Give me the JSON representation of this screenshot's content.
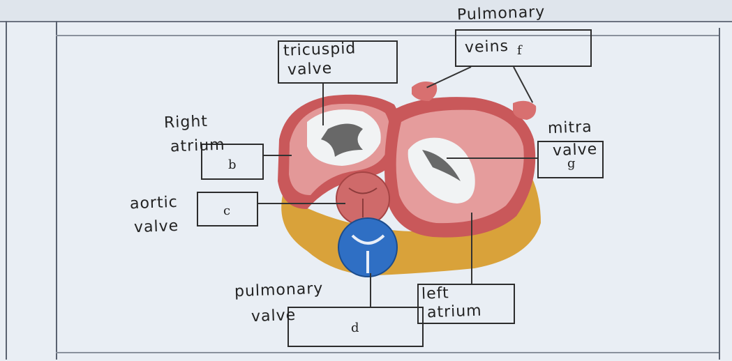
{
  "handwritten": {
    "pulmonary_veins_line1": "Pulmonary",
    "pulmonary_veins_line2": "veins",
    "tricuspid_line1": "tricuspid",
    "tricuspid_line2": "valve",
    "right_atrium_line1": "Right",
    "right_atrium_line2": "atrium",
    "mitral_line1": "mitra",
    "mitral_line2": "valve",
    "aortic_line1": "aortic",
    "aortic_line2": "valve",
    "pulmonary_valve_line1": "pulmonary",
    "pulmonary_valve_line2": "valve",
    "left_atrium_line1": "left",
    "left_atrium_line2": "atrium"
  },
  "box_letters": {
    "b": "b",
    "c": "c",
    "d": "d",
    "f": "f",
    "g": "g"
  },
  "colors": {
    "heart_muscle": "#c9585a",
    "heart_inner": "#e9a0a0",
    "fat": "#d9a23a",
    "pulmonary_valve": "#2f6fc4",
    "valve_opening": "#f1f3f4"
  }
}
